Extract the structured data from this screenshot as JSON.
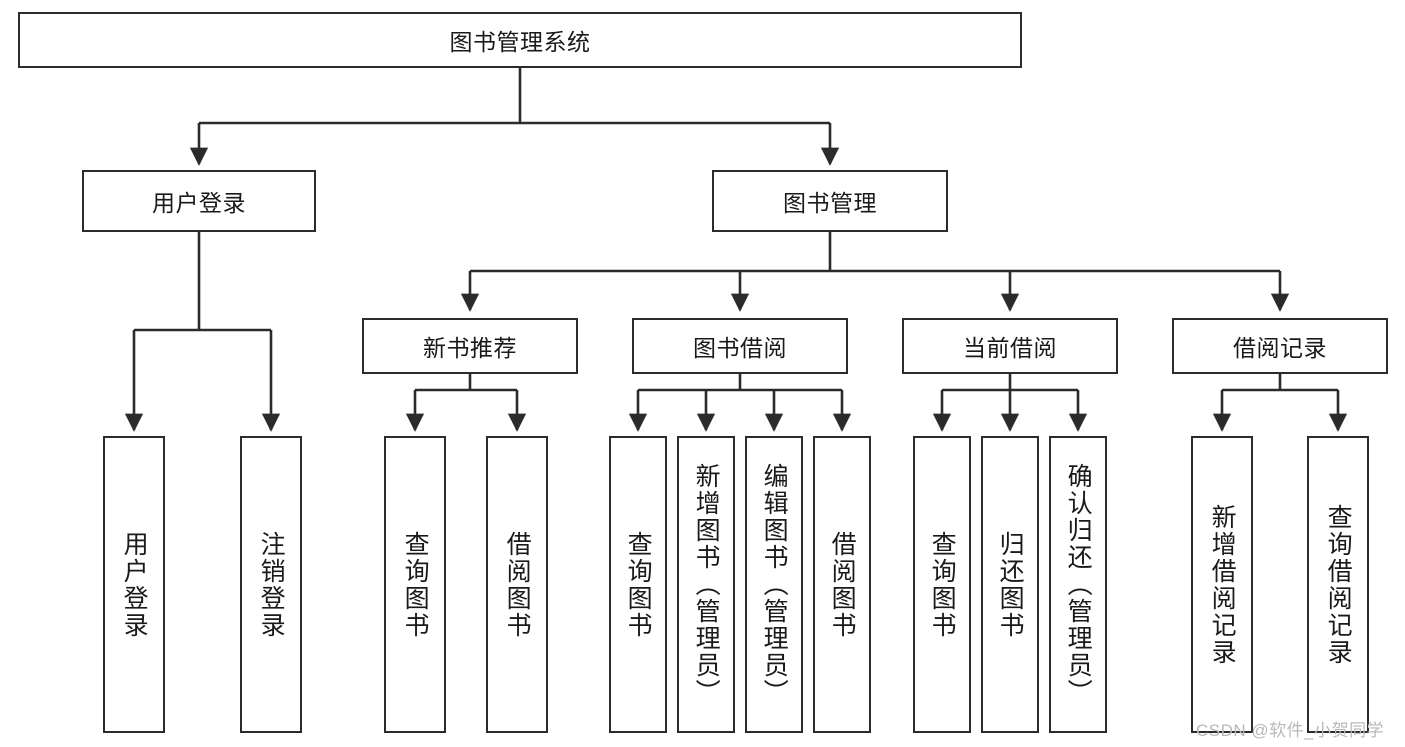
{
  "diagram": {
    "title": "图书管理系统",
    "orientation": "top-down-tree",
    "stroke_color": "#2b2b2b",
    "background_color": "#ffffff",
    "text_color": "#1a1a1a",
    "levels": [
      {
        "level": 1,
        "nodes": [
          {
            "id": "root",
            "label": "图书管理系统",
            "text_mode": "horizontal"
          }
        ]
      },
      {
        "level": 2,
        "nodes": [
          {
            "id": "login",
            "label": "用户登录",
            "text_mode": "horizontal"
          },
          {
            "id": "bookmgmt",
            "label": "图书管理",
            "text_mode": "horizontal"
          }
        ]
      },
      {
        "level": 3,
        "nodes": [
          {
            "id": "newbook",
            "label": "新书推荐",
            "text_mode": "horizontal"
          },
          {
            "id": "borrow",
            "label": "图书借阅",
            "text_mode": "horizontal"
          },
          {
            "id": "current",
            "label": "当前借阅",
            "text_mode": "horizontal"
          },
          {
            "id": "record",
            "label": "借阅记录",
            "text_mode": "horizontal"
          }
        ]
      },
      {
        "level": 4,
        "nodes": [
          {
            "id": "leaf1",
            "label": "用户登录",
            "text_mode": "vertical",
            "parent": "login"
          },
          {
            "id": "leaf2",
            "label": "注销登录",
            "text_mode": "vertical",
            "parent": "login"
          },
          {
            "id": "leaf3",
            "label": "查询图书",
            "text_mode": "vertical",
            "parent": "newbook"
          },
          {
            "id": "leaf4",
            "label": "借阅图书",
            "text_mode": "vertical",
            "parent": "newbook"
          },
          {
            "id": "leaf5",
            "label": "查询图书",
            "text_mode": "vertical",
            "parent": "borrow"
          },
          {
            "id": "leaf6",
            "label": "新增图书（管理员）",
            "text_mode": "vertical",
            "parent": "borrow"
          },
          {
            "id": "leaf7",
            "label": "编辑图书（管理员）",
            "text_mode": "vertical",
            "parent": "borrow"
          },
          {
            "id": "leaf8",
            "label": "借阅图书",
            "text_mode": "vertical",
            "parent": "borrow"
          },
          {
            "id": "leaf9",
            "label": "查询图书",
            "text_mode": "vertical",
            "parent": "current"
          },
          {
            "id": "leaf10",
            "label": "归还图书",
            "text_mode": "vertical",
            "parent": "current"
          },
          {
            "id": "leaf11",
            "label": "确认归还（管理员）",
            "text_mode": "vertical",
            "parent": "current"
          },
          {
            "id": "leaf12",
            "label": "新增借阅记录",
            "text_mode": "vertical",
            "parent": "record"
          },
          {
            "id": "leaf13",
            "label": "查询借阅记录",
            "text_mode": "vertical",
            "parent": "record"
          }
        ]
      }
    ]
  },
  "watermark": {
    "text": "CSDN @软件_小贺同学"
  }
}
